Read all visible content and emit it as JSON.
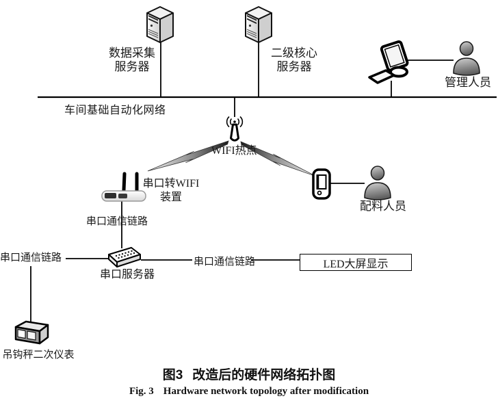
{
  "figure": {
    "caption_zh_num": "图3",
    "caption_zh_text": "改造后的硬件网络拓扑图",
    "caption_en_num": "Fig. 3",
    "caption_en_text": "Hardware network topology after modification"
  },
  "nodes": {
    "data_server": {
      "line1": "数据采集",
      "line2": "服务器"
    },
    "core_server": {
      "line1": "二级核心",
      "line2": "服务器"
    },
    "admin": {
      "label": "管理人员"
    },
    "bus": {
      "label": "车间基础自动化网络"
    },
    "wifi": {
      "label": "WIFI热点"
    },
    "serial_wifi": {
      "line1": "串口转WIFI",
      "line2": "装置"
    },
    "worker": {
      "label": "配料人员"
    },
    "serial_server": {
      "label": "串口服务器"
    },
    "led": {
      "label": "LED大屏显示"
    },
    "hook_scale": {
      "label": "吊钩秤二次仪表"
    }
  },
  "links": {
    "mid": {
      "label": "串口通信链路"
    },
    "left": {
      "label": "串口通信链路"
    },
    "right": {
      "label": "串口通信链路"
    }
  },
  "icons": {
    "server": "server-tower-icon",
    "workstation": "desktop-computer-icon",
    "person": "person-icon",
    "wifi_hotspot": "antenna-icon",
    "serial_wifi_device": "wireless-router-icon",
    "handheld": "pda-icon",
    "serial_server_box": "serial-server-box-icon",
    "instrument": "meter-box-icon",
    "wireless_link": "lightning-bolt-icon"
  },
  "colors": {
    "background": "#ffffff",
    "line": "#000000",
    "text": "#1a1a1a",
    "fill_light": "#f2f2f2",
    "fill_gray": "#888888"
  }
}
